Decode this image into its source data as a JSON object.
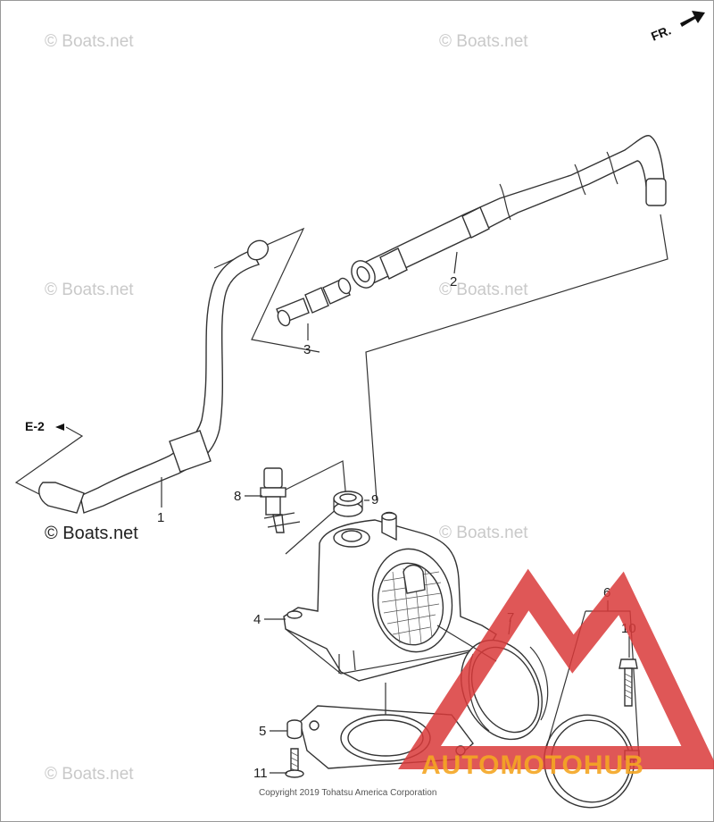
{
  "watermarks": [
    "© Boats.net",
    "© Boats.net",
    "© Boats.net",
    "© Boats.net",
    "© Boats.net",
    "© Boats.net",
    "© Boats.net"
  ],
  "direction_label": "FR.",
  "reference_label": "E-2",
  "callouts": [
    "1",
    "2",
    "3",
    "4",
    "5",
    "6",
    "7",
    "8",
    "9",
    "10",
    "11"
  ],
  "copyright": "Copyright 2019 Tohatsu America Corporation",
  "logo": {
    "text": "AUTOMOTOHUB",
    "text_color": "#f5a623",
    "accent_color": "#d93a3a"
  }
}
